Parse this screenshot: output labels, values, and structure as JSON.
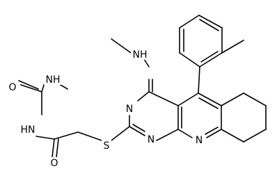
{
  "molecule": {
    "atoms": {
      "o_top": "O",
      "nh_top": "NH",
      "hn_urea": "HN",
      "o_bottom": "O",
      "s": "S",
      "n_pyr_left": "N",
      "n_pyr_bottom": "N",
      "n_pyr_right": "N",
      "nh_amine": "NH"
    },
    "colors": {
      "bonds": "#000000",
      "labels": "#000000",
      "background": "#ffffff"
    }
  }
}
